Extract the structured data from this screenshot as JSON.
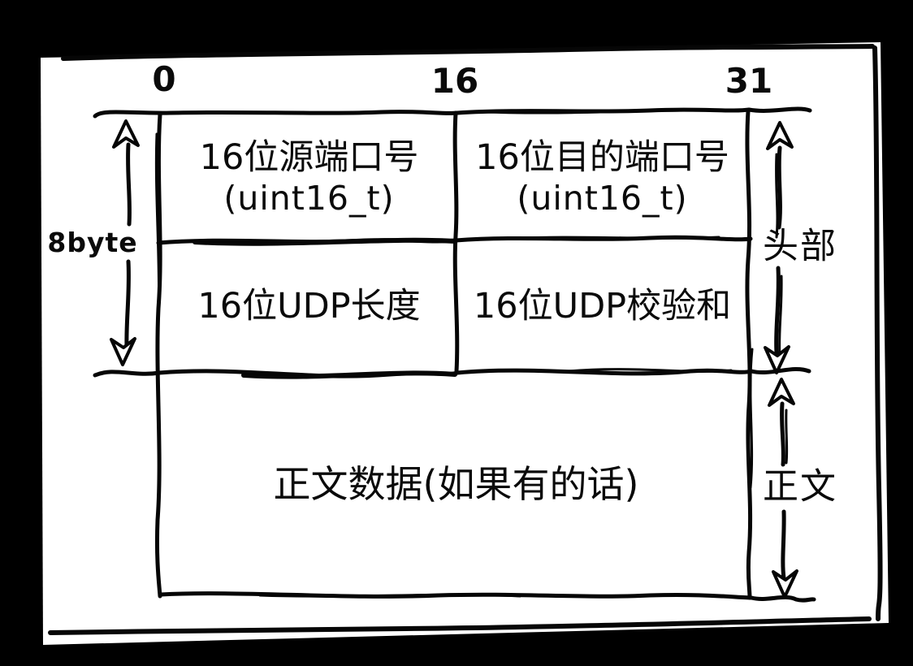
{
  "diagram": {
    "subject": "UDP datagram header layout (hand-drawn)",
    "bit_scale": {
      "start": "0",
      "middle": "16",
      "end": "31"
    },
    "fields": {
      "source_port": {
        "name": "16位源端口号",
        "type": "(uint16_t)"
      },
      "dest_port": {
        "name": "16位目的端口号",
        "type": "(uint16_t)"
      },
      "udp_length": {
        "name": "16位UDP长度"
      },
      "udp_checksum": {
        "name": "16位UDP校验和"
      },
      "body_data": {
        "name": "正文数据(如果有的话)"
      }
    },
    "annotations": {
      "total_size": "8byte",
      "header_section": "头部",
      "body_section": "正文"
    },
    "colors": {
      "background": "#000000",
      "paper": "#ffffff",
      "ink": "#060606"
    }
  }
}
